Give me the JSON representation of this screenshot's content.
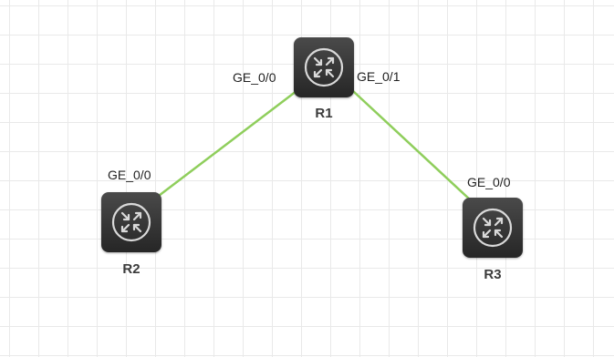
{
  "topology": {
    "devices": [
      {
        "id": "R1",
        "label": "R1",
        "icon": "router-icon"
      },
      {
        "id": "R2",
        "label": "R2",
        "icon": "router-icon"
      },
      {
        "id": "R3",
        "label": "R3",
        "icon": "router-icon"
      }
    ],
    "links": [
      {
        "from": "R1",
        "from_port": "GE_0/0",
        "to": "R2",
        "to_port": "GE_0/0"
      },
      {
        "from": "R1",
        "from_port": "GE_0/1",
        "to": "R3",
        "to_port": "GE_0/0"
      }
    ],
    "colors": {
      "link": "#8fce5c",
      "device_body": "#333333",
      "device_symbol": "#d9d9d9",
      "grid": "#e9e9e9"
    }
  }
}
